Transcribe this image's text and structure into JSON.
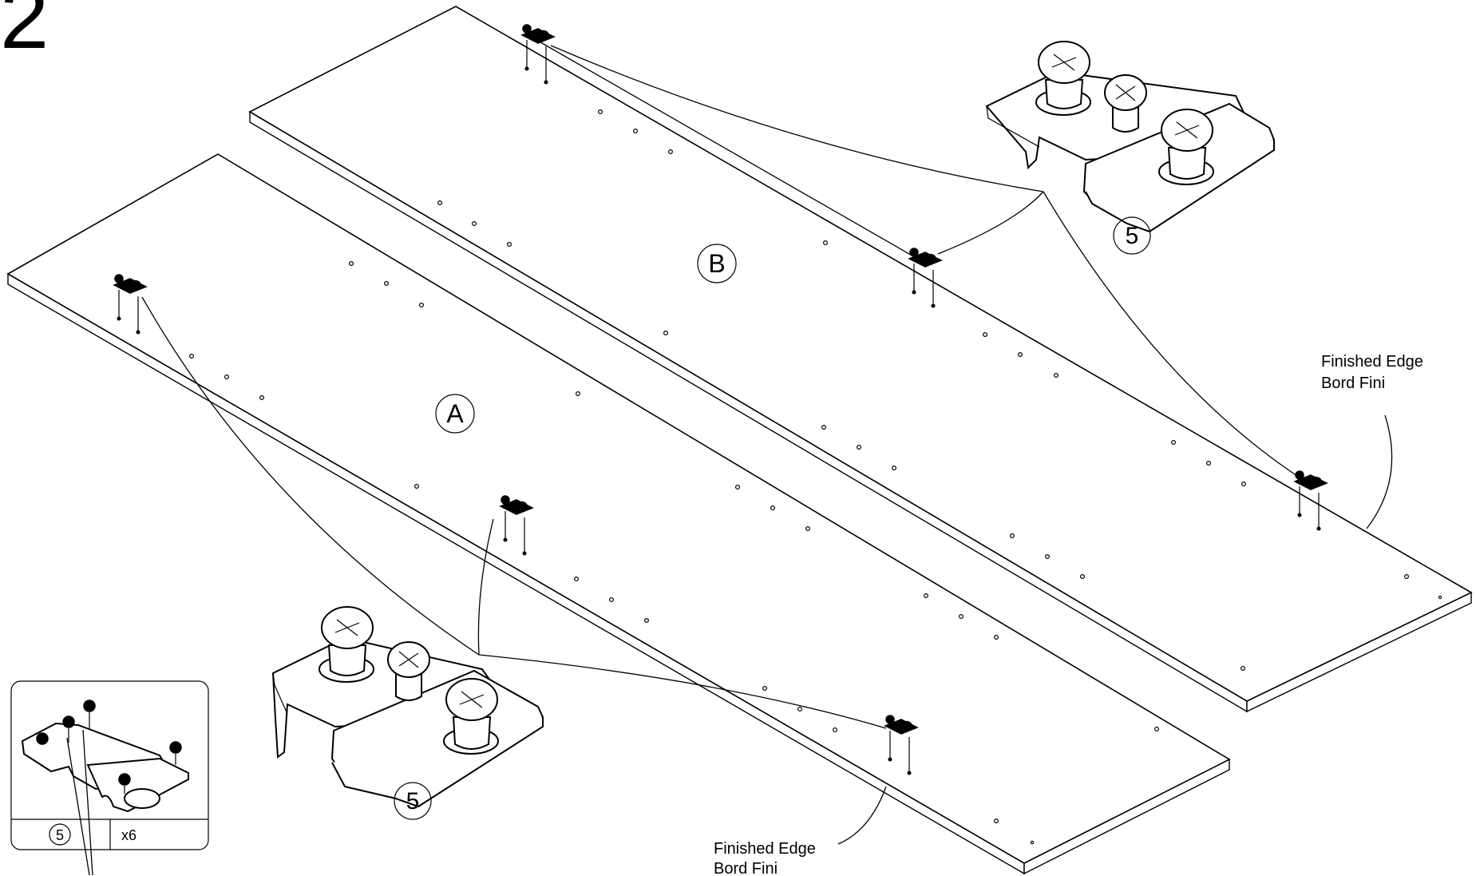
{
  "step_number": "2",
  "panels": {
    "a_label": "A",
    "b_label": "B"
  },
  "hardware": {
    "part_callout_left": "5",
    "part_callout_right": "5"
  },
  "edge_notes": {
    "right": {
      "line1": "Finished Edge",
      "line2": "Bord Fini"
    },
    "bottom": {
      "line1": "Finished Edge",
      "line2": "Bord Fini"
    }
  },
  "parts_box": {
    "part_number": "5",
    "quantity": "x6"
  }
}
